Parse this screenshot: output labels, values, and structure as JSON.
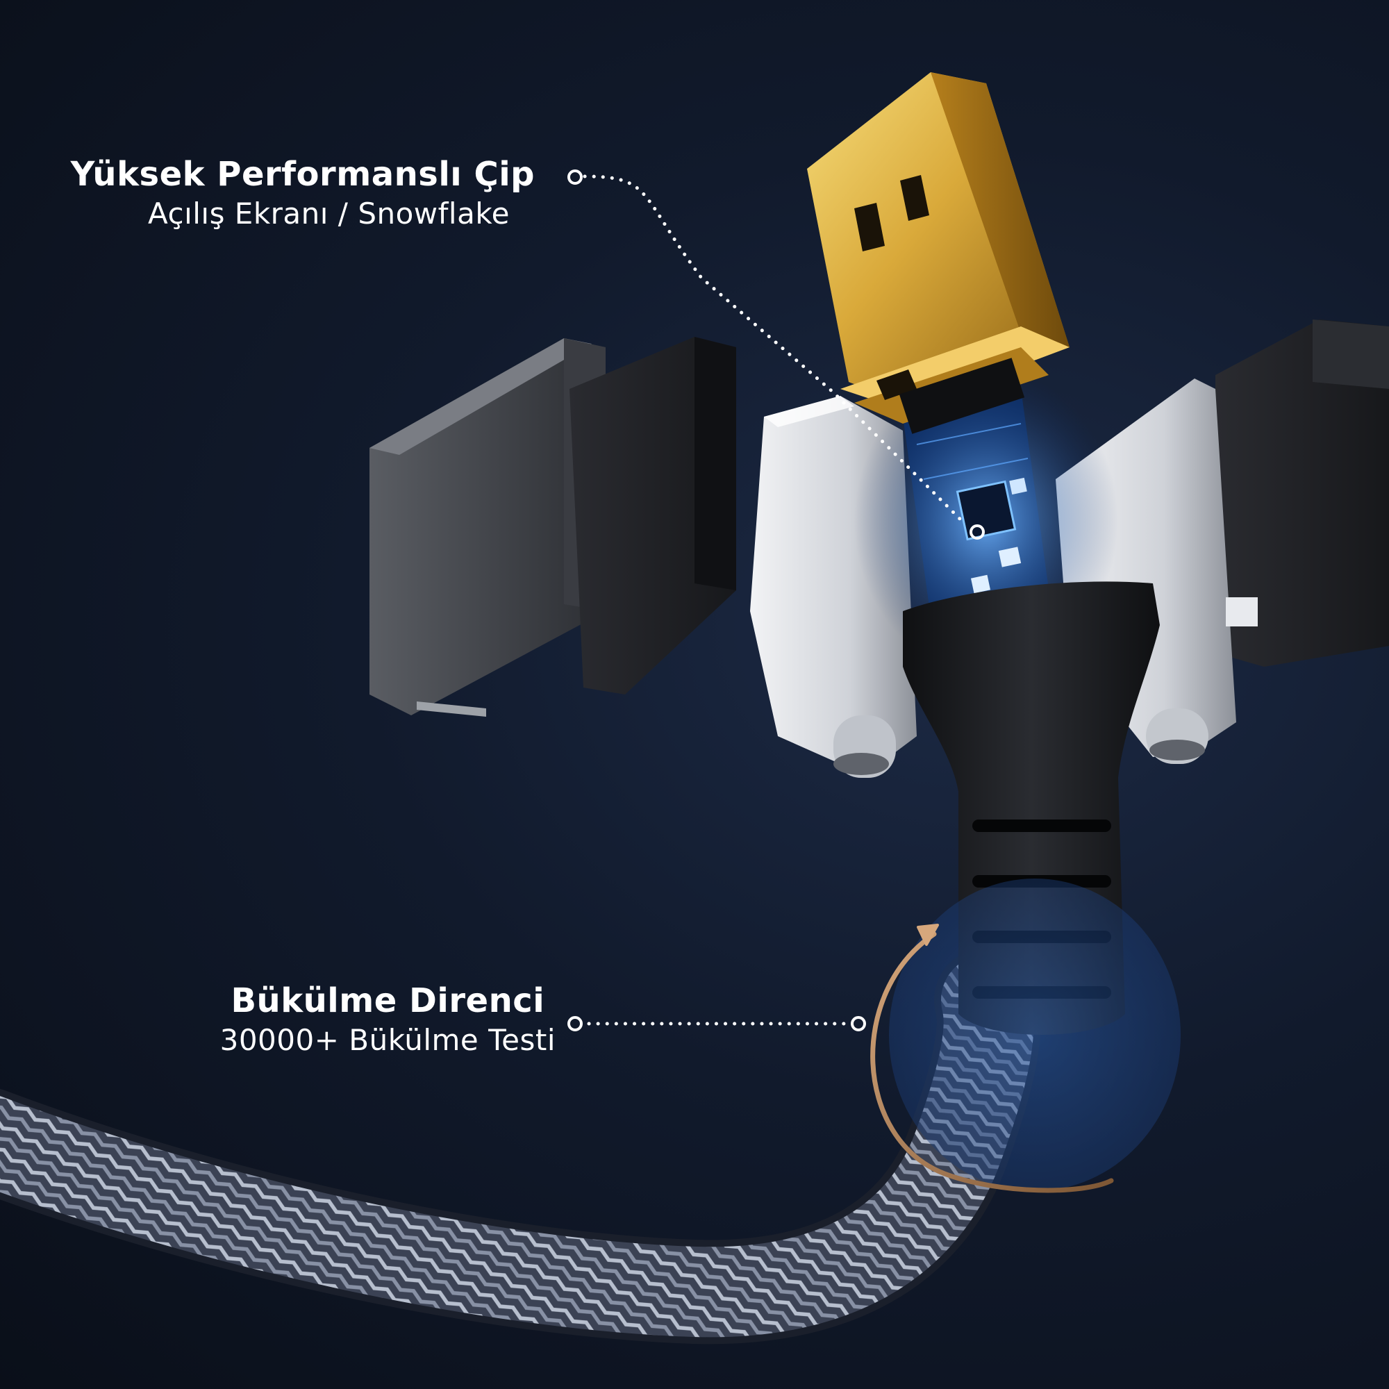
{
  "colors": {
    "background": "#0e1626",
    "gold": "#d9a93a",
    "silver": "#d6d9de",
    "pcb_blue": "#1f66d6",
    "boot_black": "#141518",
    "braid": "#9aa3b5",
    "arrow_bronze": "#b9865a",
    "dot_line": "#ffffff"
  },
  "callouts": {
    "chip": {
      "title": "Yüksek Performanslı Çip",
      "subtitle": "Açılış Ekranı / Snowflake"
    },
    "bend": {
      "title": "Bükülme Direnci",
      "subtitle": "30000+ Bükülme Testi"
    }
  },
  "icons": {
    "marker": "hollow-circle-icon",
    "rotation": "curved-arrow-icon"
  }
}
